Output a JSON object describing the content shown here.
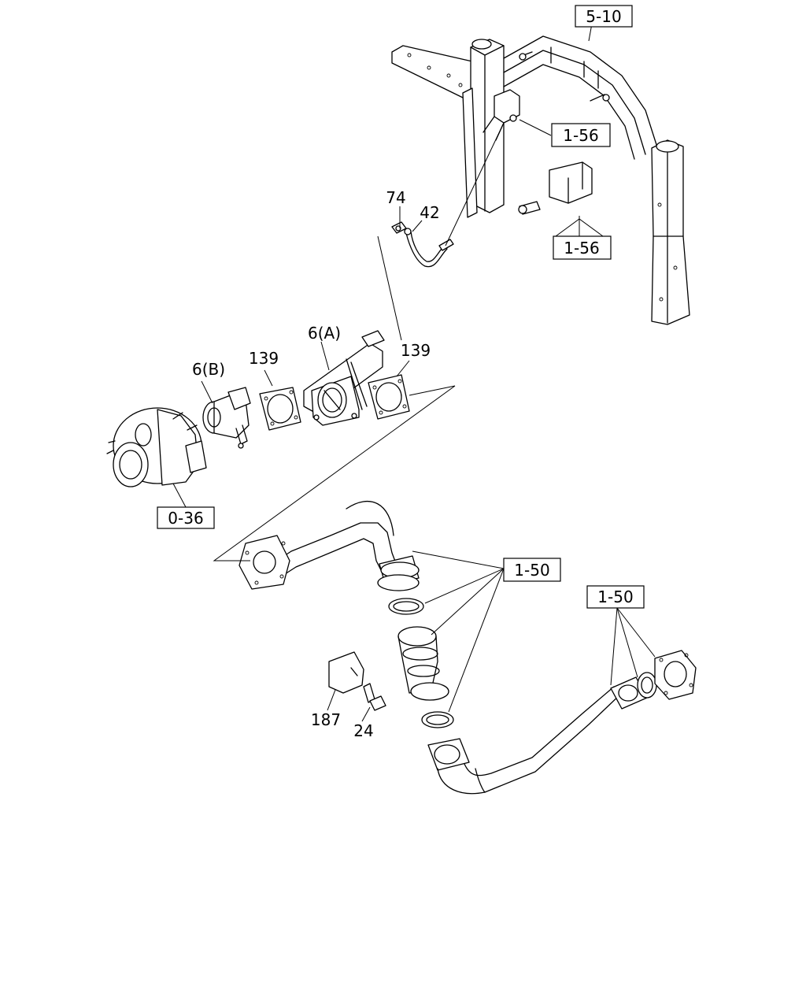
{
  "labels": {
    "ref_5_10": "5-10",
    "ref_1_56_a": "1-56",
    "ref_1_56_b": "1-56",
    "part_74": "74",
    "part_42": "42",
    "part_6a": "6(A)",
    "part_6b": "6(B)",
    "part_139_a": "139",
    "part_139_b": "139",
    "ref_0_36": "0-36",
    "ref_1_50_a": "1-50",
    "ref_1_50_b": "1-50",
    "part_187": "187",
    "part_24": "24"
  }
}
